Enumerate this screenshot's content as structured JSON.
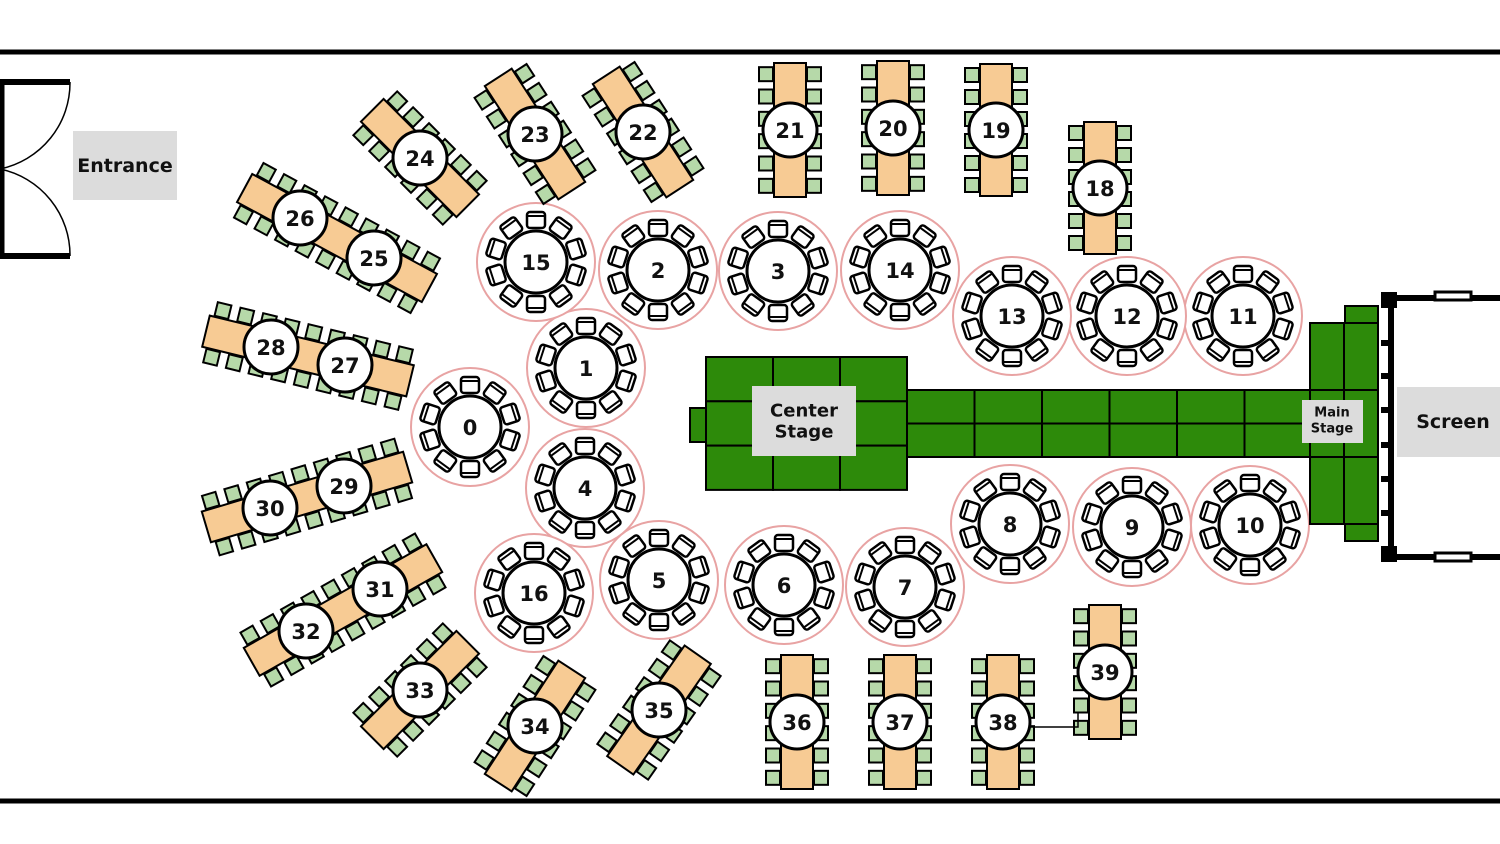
{
  "labels": {
    "entrance": "Entrance",
    "center_stage_line1": "Center",
    "center_stage_line2": "Stage",
    "main_stage_line1": "Main",
    "main_stage_line2": "Stage",
    "screen": "Screen"
  },
  "round_tables": [
    "0",
    "1",
    "2",
    "3",
    "4",
    "5",
    "6",
    "7",
    "8",
    "9",
    "10",
    "11",
    "12",
    "13",
    "14",
    "15",
    "16"
  ],
  "rect_tables": [
    "18",
    "19",
    "20",
    "21",
    "22",
    "23",
    "24",
    "33",
    "34",
    "35",
    "36",
    "37",
    "38",
    "39"
  ],
  "double_tables": [
    [
      "26",
      "25"
    ],
    [
      "28",
      "27"
    ],
    [
      "30",
      "29"
    ],
    [
      "32",
      "31"
    ]
  ],
  "colors": {
    "stage_green": "#2d8a0a",
    "table_tan": "#f7cb94",
    "chair_green": "#b6d9a9",
    "halo_pink": "#e8a3a3",
    "label_gray": "#dcdcdc"
  }
}
